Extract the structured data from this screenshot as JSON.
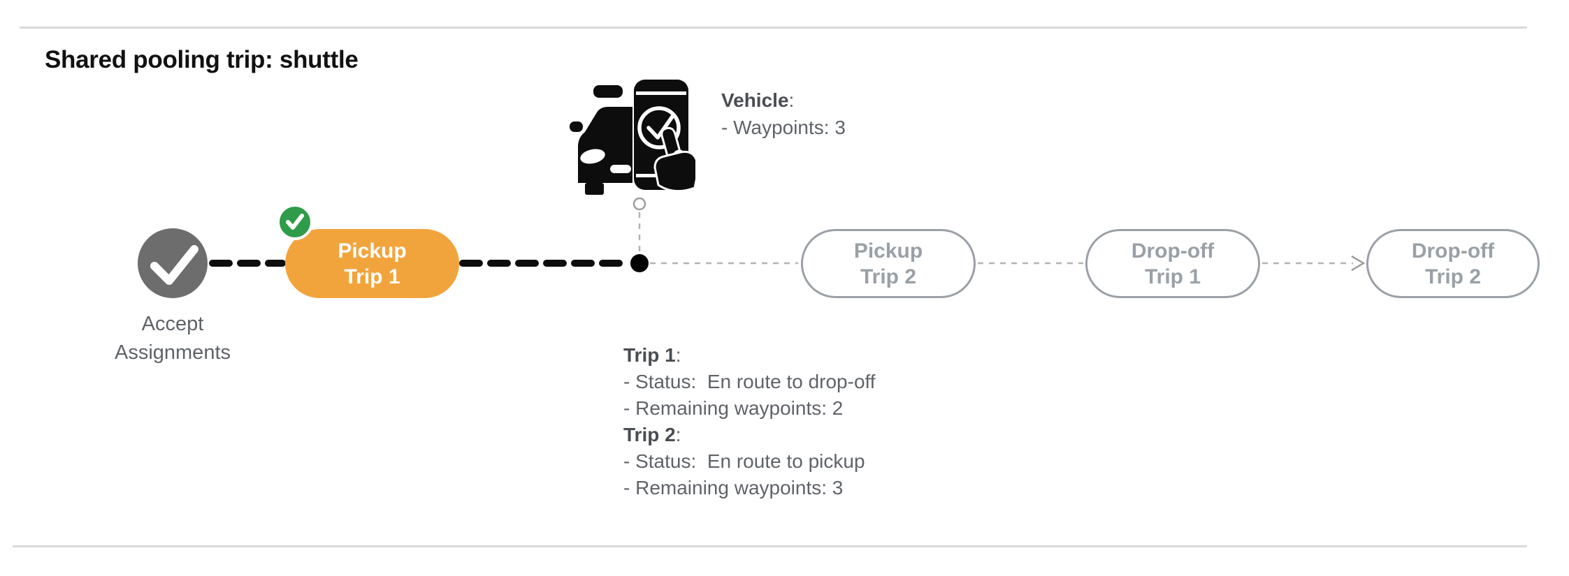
{
  "colors": {
    "orange": "#F2A43C",
    "green": "#2F9C49",
    "node_gray": "#6D6D6D",
    "pill_gray": "#9AA0A6",
    "text_gray": "#5F6368",
    "rule_gray": "#D9D9D9",
    "black": "#111111"
  },
  "header": {
    "title": "Shared pooling trip: shuttle"
  },
  "vehicle_panel": {
    "header_bold": "Vehicle",
    "header_rest": ":",
    "waypoints": "- Waypoints: 3"
  },
  "timeline": {
    "start": {
      "line1": "Accept",
      "line2": "Assignments"
    },
    "pills": [
      {
        "line1": "Pickup",
        "line2": "Trip 1",
        "state": "active"
      },
      {
        "line1": "Pickup",
        "line2": "Trip 2",
        "state": "pending"
      },
      {
        "line1": "Drop-off",
        "line2": "Trip 1",
        "state": "pending"
      },
      {
        "line1": "Drop-off",
        "line2": "Trip 2",
        "state": "pending"
      }
    ]
  },
  "trip_details": {
    "trip1": {
      "header_bold": "Trip 1",
      "header_rest": ":",
      "status": "- Status:  En route to drop-off",
      "waypoints": "- Remaining waypoints: 2"
    },
    "trip2": {
      "header_bold": "Trip 2",
      "header_rest": ":",
      "status": "- Status:  En route to pickup",
      "waypoints": "- Remaining waypoints: 3"
    }
  }
}
